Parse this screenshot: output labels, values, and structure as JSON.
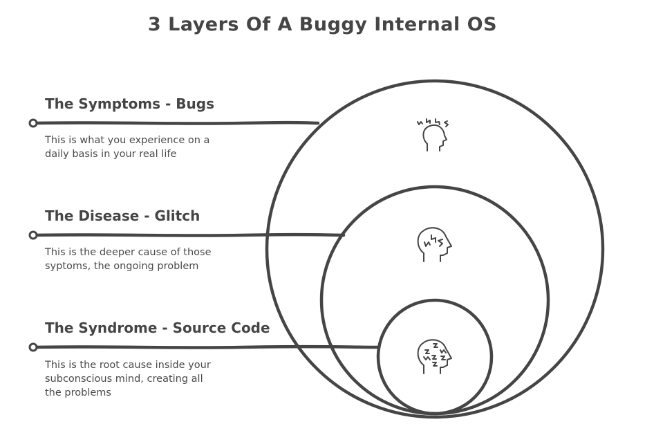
{
  "title": "3 Layers Of A Buggy Internal OS",
  "layers": [
    {
      "heading": "The Symptoms - Bugs",
      "description_lines": [
        "This is what you experience on a",
        "daily basis in your real life"
      ],
      "icon": "head-with-lightning-above-icon"
    },
    {
      "heading": "The Disease - Glitch",
      "description_lines": [
        "This is the deeper cause of those",
        "syptoms, the ongoing problem"
      ],
      "icon": "head-with-lightning-inside-icon"
    },
    {
      "heading": "The Syndrome - Source Code",
      "description_lines": [
        "This is the root cause inside your",
        "subconscious mind, creating all",
        "the problems"
      ],
      "icon": "head-with-zigzags-inside-icon"
    }
  ],
  "colors": {
    "stroke": "#454545",
    "background": "#ffffff"
  }
}
